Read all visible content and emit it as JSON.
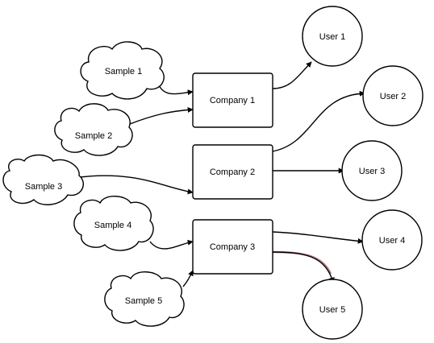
{
  "nodes": {
    "sample_1": "Sample 1",
    "sample_2": "Sample 2",
    "sample_3": "Sample 3",
    "sample_4": "Sample 4",
    "sample_5": "Sample 5",
    "company_1": "Company 1",
    "company_2": "Company 2",
    "company_3": "Company 3",
    "user_1": "User 1",
    "user_2": "User 2",
    "user_3": "User 3",
    "user_4": "User 4",
    "user_5": "User 5"
  },
  "colors": {
    "stroke": "#000000",
    "fill": "#ffffff",
    "highlight_edge": "#b9858a"
  }
}
